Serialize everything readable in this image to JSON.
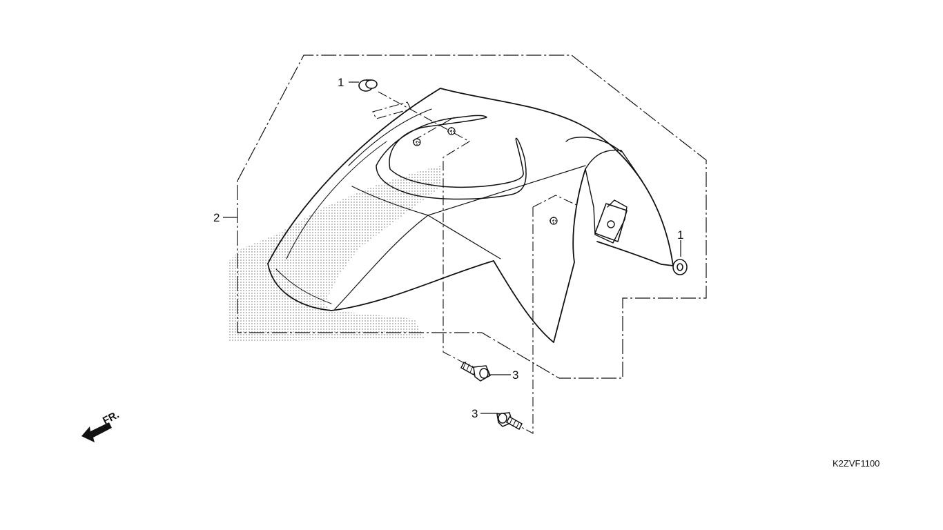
{
  "diagram": {
    "callouts": [
      {
        "id": "c1a",
        "label": "1"
      },
      {
        "id": "c1b",
        "label": "1"
      },
      {
        "id": "c2",
        "label": "2"
      },
      {
        "id": "c3a",
        "label": "3"
      },
      {
        "id": "c3b",
        "label": "3"
      }
    ],
    "direction_label": "FR.",
    "diagram_code": "K2ZVF1100",
    "colors": {
      "line": "#111111",
      "stipple": "#777777",
      "background": "#ffffff"
    }
  }
}
